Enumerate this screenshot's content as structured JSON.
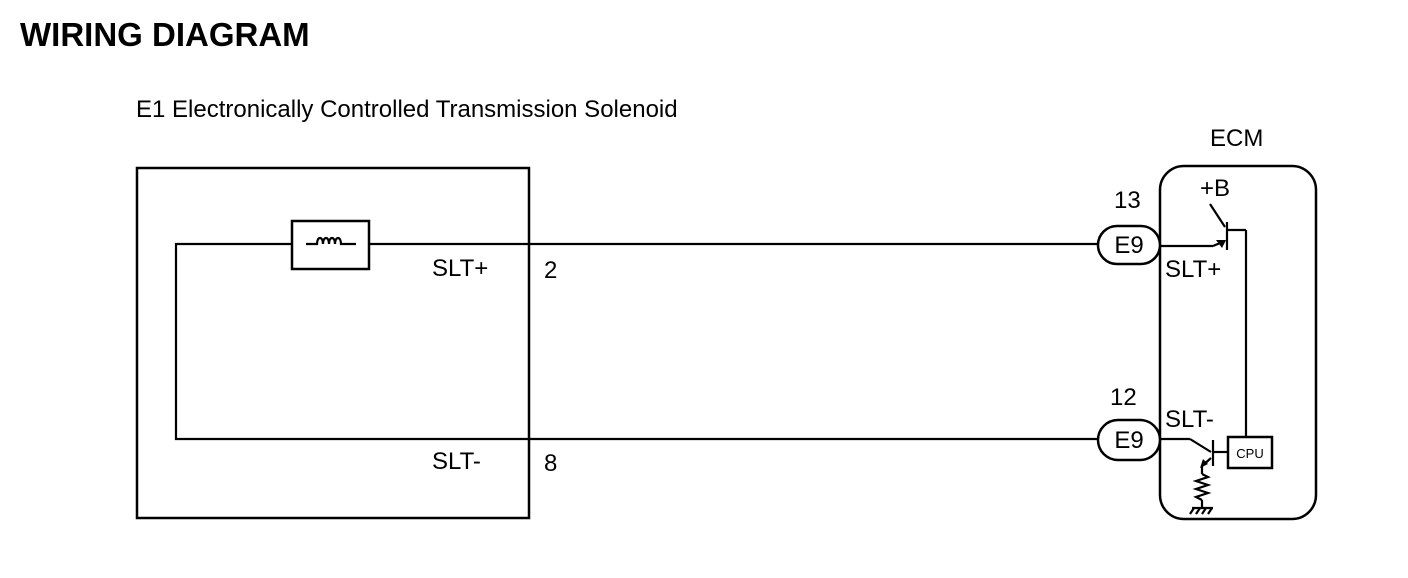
{
  "title": "WIRING DIAGRAM",
  "component": {
    "name": "E1 Electronically Controlled Transmission Solenoid",
    "terminals": [
      {
        "signal": "SLT+",
        "pin": "2"
      },
      {
        "signal": "SLT-",
        "pin": "8"
      }
    ]
  },
  "ecm": {
    "name": "ECM",
    "supply_label": "+B",
    "cpu_label": "CPU",
    "connectors": [
      {
        "connector": "E9",
        "pin": "13",
        "signal": "SLT+"
      },
      {
        "connector": "E9",
        "pin": "12",
        "signal": "SLT-"
      }
    ]
  }
}
